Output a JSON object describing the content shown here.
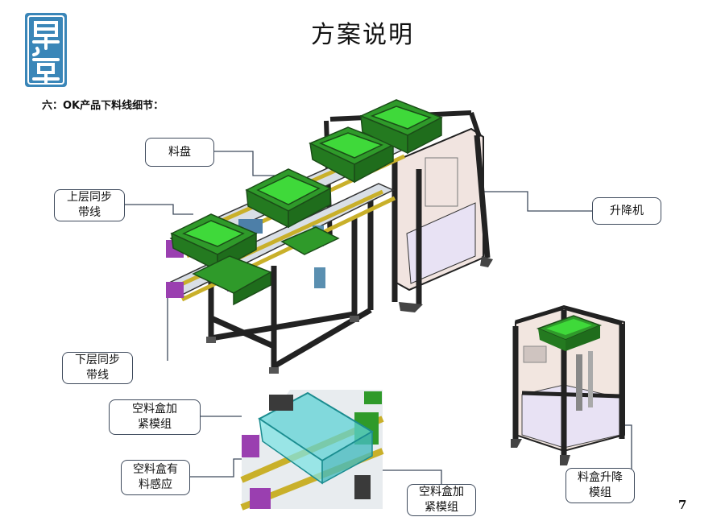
{
  "header": {
    "title": "方案说明",
    "subtitle": "六：OK产品下料线细节："
  },
  "logo": {
    "icon": "company-seal-logo",
    "color": "#3a86b8"
  },
  "callouts": {
    "tray": "料盘",
    "upper_belt": "上层同步\n带线",
    "lower_belt": "下层同步\n带线",
    "lifter": "升降机",
    "clamp_1": "空料盒加\n紧模组",
    "sensor": "空料盒有\n料感应",
    "clamp_2": "空料盒加\n紧模组",
    "box_lift": "料盒升降\n模组"
  },
  "page_number": "7",
  "colors": {
    "tray_green": "#2f9a2a",
    "frame": "#2a2a2a",
    "leader": "#3e4a5c",
    "purple_part": "#9a3fb0",
    "cyan_box": "#5fd3d6"
  }
}
